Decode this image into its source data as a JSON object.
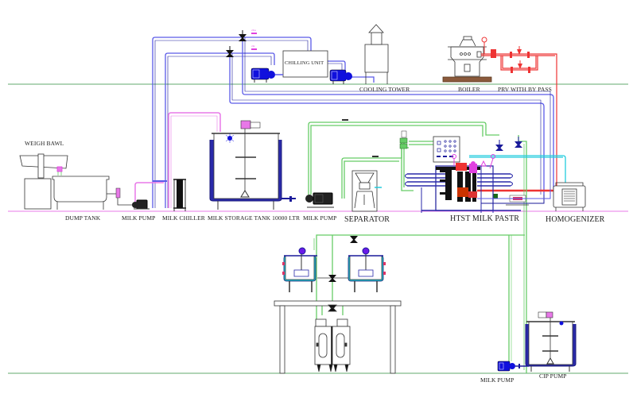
{
  "diagram": {
    "title": "Milk Processing Plant Layout",
    "labels": {
      "chilling_unit": "CHILLING UNIT",
      "cooling_tower": "COOLING TOWER",
      "boiler": "BOILER",
      "prv": "PRV WITH BY PASS",
      "weigh_bawl": "WEIGH BAWL",
      "dump_tank": "DUMP TANK",
      "milk_pump_1": "MILK PUMP",
      "milk_chiller": "MILK CHILLER",
      "storage_tank": "MILK STORAGE TANK 10000 LTR",
      "milk_pump_2": "MILK PUMP",
      "separator": "SEPARATOR",
      "htst": "HTST MILK PASTR",
      "homogenizer": "HOMOGENIZER",
      "milk_pump_3": "MILK PUMP",
      "cip_pump": "CIP PUMP"
    },
    "flow_tags": {
      "chw_supply": "chw",
      "chw_return": "chr",
      "milk_in": "mlk",
      "cream_out": "crm"
    },
    "colors": {
      "chilled_water": "#5a5ae8",
      "chilled_water_dark": "#1a1a9a",
      "milk": "#e878e8",
      "hot_water_steam": "#ee3333",
      "product": "#66cc66",
      "cooling": "#22ccdd",
      "equipment": "#333333",
      "floor": "#2e8b3e",
      "boiler_base": "#8b5a3c",
      "pump_blue": "#1010dd"
    },
    "nodes": [
      "Weigh Bawl",
      "Dump Tank",
      "Milk Pump",
      "Milk Chiller",
      "Milk Storage Tank 10000 LTR",
      "Milk Pump",
      "Separator",
      "HTST Milk Pastr",
      "Homogenizer",
      "Chilling Unit",
      "Cooling Tower",
      "Boiler",
      "PRV with By Pass",
      "Milk Pump",
      "CIP Pump"
    ]
  }
}
